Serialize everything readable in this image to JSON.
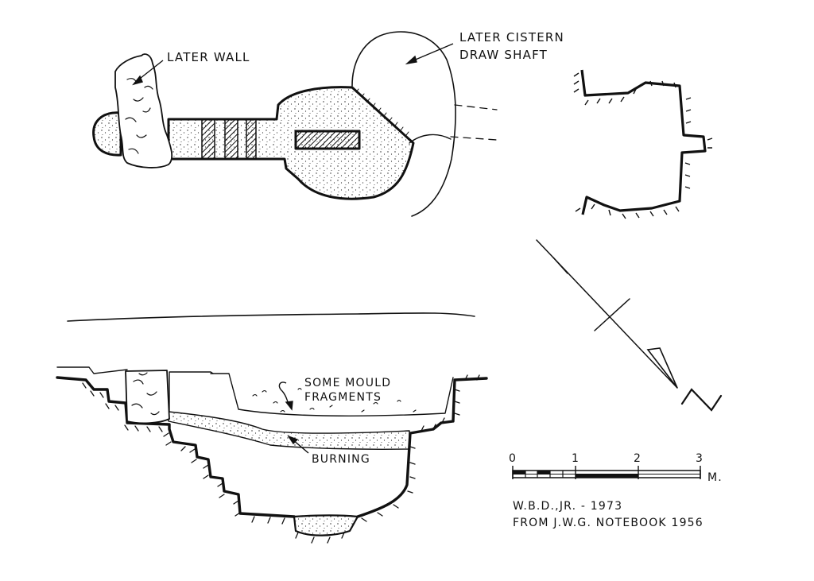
{
  "plan": {
    "label_later_wall": "LATER WALL",
    "label_cistern_line1": "LATER CISTERN",
    "label_cistern_line2": "DRAW SHAFT"
  },
  "section": {
    "label_mould_line1": "SOME MOULD",
    "label_mould_line2": "FRAGMENTS",
    "label_burning": "BURNING"
  },
  "north_arrow": {
    "letter": "N"
  },
  "scale_bar": {
    "ticks": [
      "0",
      "1",
      "2",
      "3"
    ],
    "unit": "M."
  },
  "credits": {
    "line1": "W.B.D.,JR. - 1973",
    "line2": "FROM J.W.G. NOTEBOOK 1956"
  }
}
